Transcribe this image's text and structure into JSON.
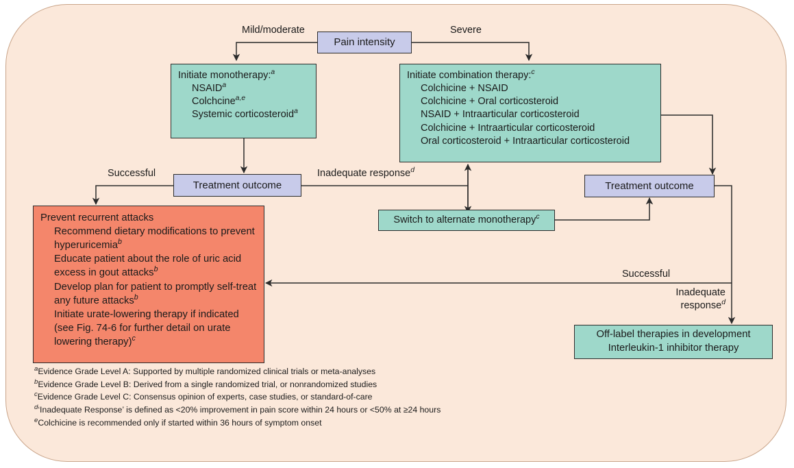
{
  "figure": {
    "type": "clinical-algorithm-flowchart",
    "colors": {
      "background": "#fbe8da",
      "panel_border": "#c9a489",
      "decision_box": "#c8cbea",
      "therapy_box": "#9ed8ca",
      "prevention_box": "#f4866b",
      "line": "#2b2b2b"
    }
  },
  "nodes": {
    "pain_intensity": {
      "label": "Pain intensity"
    },
    "monotherapy": {
      "title": "Initiate monotherapy:",
      "title_sup": "a",
      "items": [
        {
          "text": "NSAID",
          "sup": "a"
        },
        {
          "text": "Colchcine",
          "sup": "a,e"
        },
        {
          "text": "Systemic corticosteroid",
          "sup": "a"
        }
      ]
    },
    "combination": {
      "title": "Initiate combination therapy:",
      "title_sup": "c",
      "items": [
        {
          "text": "Colchicine + NSAID",
          "sup": ""
        },
        {
          "text": "Colchicine + Oral corticosteroid",
          "sup": ""
        },
        {
          "text": "NSAID + Intraarticular corticosteroid",
          "sup": ""
        },
        {
          "text": "Colchicine + Intraarticular corticosteroid",
          "sup": ""
        },
        {
          "text": "Oral corticosteroid + Intraarticular corticosteroid",
          "sup": ""
        }
      ]
    },
    "treatment_outcome_left": {
      "label": "Treatment outcome"
    },
    "treatment_outcome_right": {
      "label": "Treatment outcome"
    },
    "switch_monotherapy": {
      "text": "Switch to alternate monotherapy",
      "sup": "c"
    },
    "prevent": {
      "title": "Prevent recurrent attacks",
      "items": [
        {
          "text": "Recommend dietary modifications to prevent hyperuricemia",
          "sup": "b"
        },
        {
          "text": "Educate patient about the role of uric acid excess in gout attacks",
          "sup": "b"
        },
        {
          "text": "Develop plan for patient to promptly self-treat any future attacks",
          "sup": "b"
        },
        {
          "text": "Initiate urate-lowering therapy if indicated (see Fig. 74-6 for further detail on urate lowering therapy)",
          "sup": "c"
        }
      ]
    },
    "offlabel": {
      "line1": "Off-label therapies in development",
      "line2": "Interleukin-1 inhibitor therapy"
    }
  },
  "edge_labels": {
    "mild_moderate": "Mild/moderate",
    "severe": "Severe",
    "successful_left": "Successful",
    "inadequate_response_left": "Inadequate response",
    "inadequate_response_left_sup": "d",
    "successful_right": "Successful",
    "inadequate_response_right_l1": "Inadequate",
    "inadequate_response_right_l2": "response",
    "inadequate_response_right_sup": "d"
  },
  "footnotes": [
    {
      "marker": "a",
      "text": "Evidence Grade Level A: Supported by multiple randomized clinical trials or meta-analyses"
    },
    {
      "marker": "b",
      "text": "Evidence Grade Level B: Derived from a single randomized trial, or nonrandomized studies"
    },
    {
      "marker": "c",
      "text": "Evidence Grade Level C: Consensus opinion of experts, case studies, or standard-of-care"
    },
    {
      "marker": "d",
      "text": "‘Inadequate Response’ is defined as <20% improvement in pain score within 24 hours or <50% at ≥24 hours"
    },
    {
      "marker": "e",
      "text": "Colchicine is recommended only if started within 36 hours of symptom onset"
    }
  ]
}
